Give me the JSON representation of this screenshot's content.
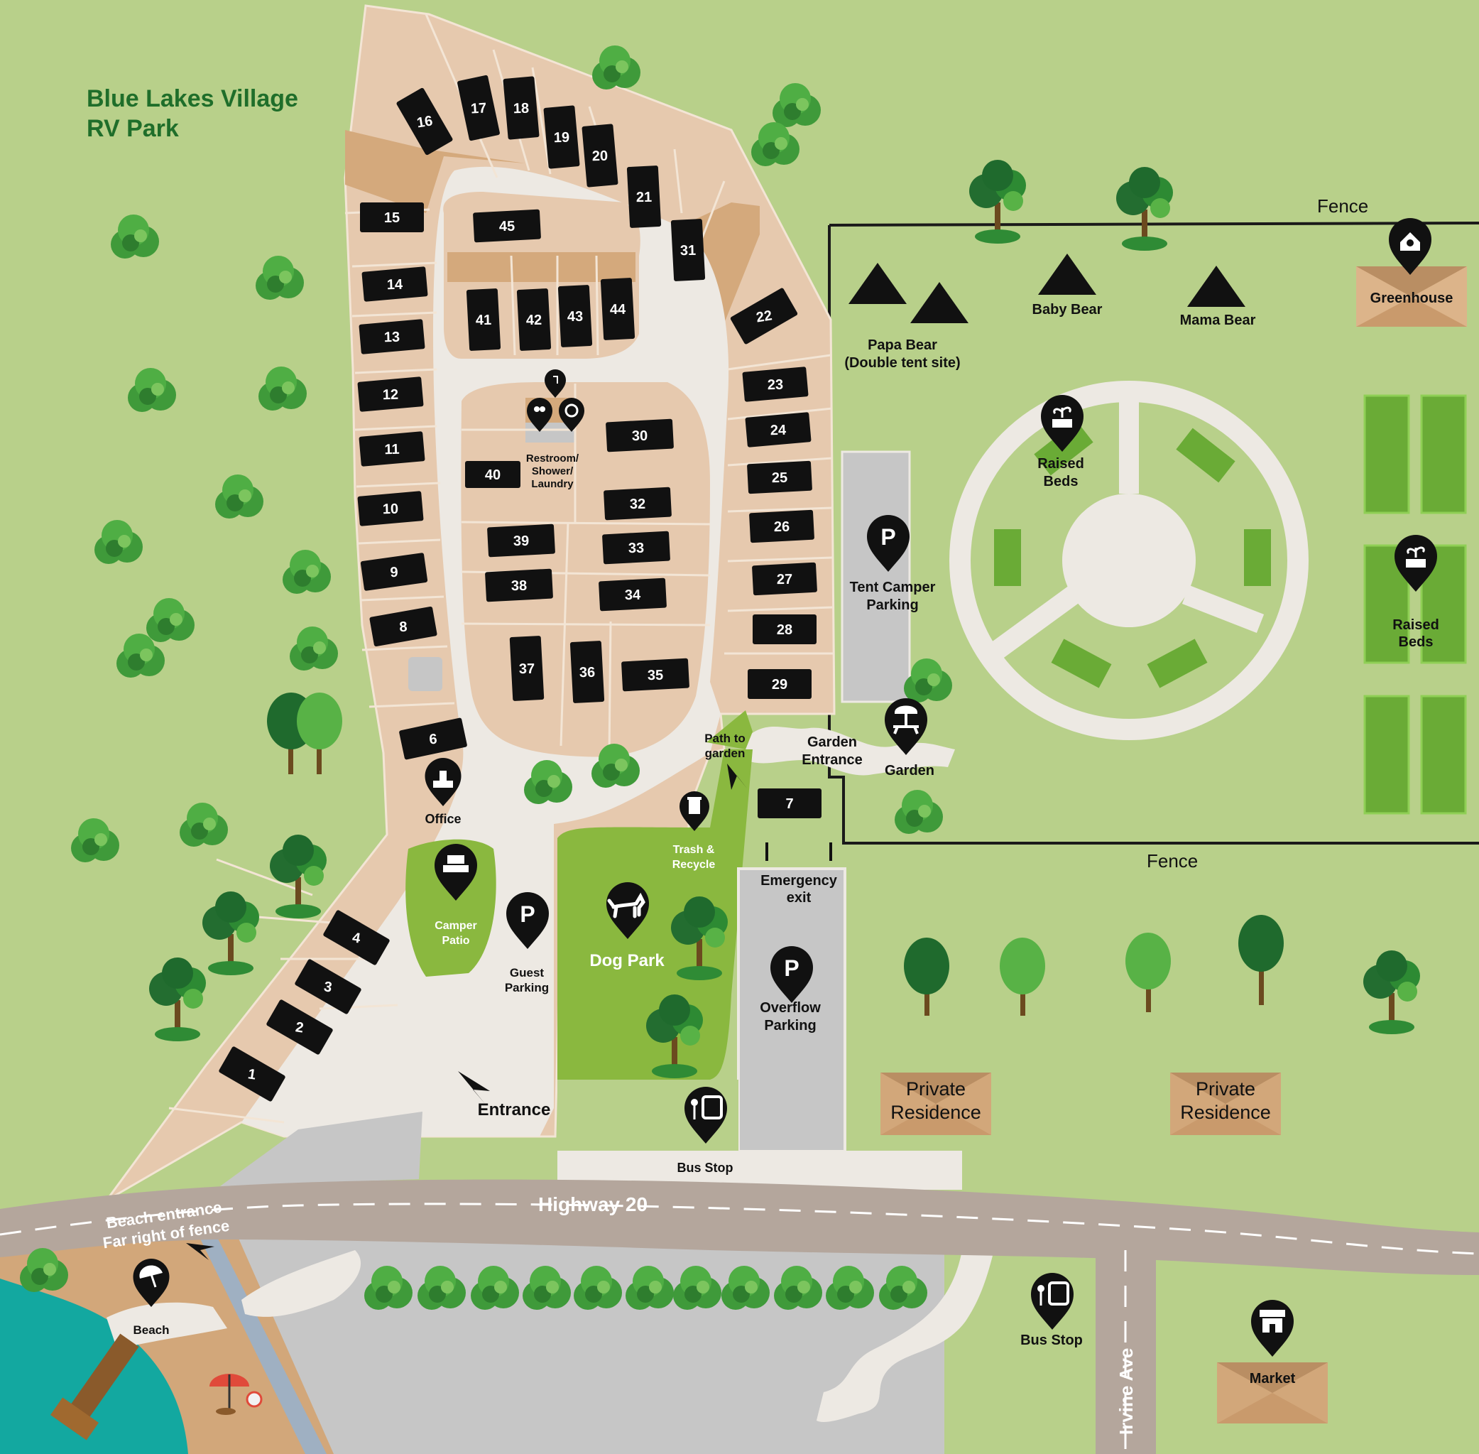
{
  "title": {
    "line1": "Blue Lakes Village",
    "line2": "RV Park"
  },
  "colors": {
    "grass": "#b8d08a",
    "lot": "#e6c9ae",
    "lot_dark": "#d4a97c",
    "road": "#b4a69c",
    "path": "#ede9e3",
    "parking": "#c6c6c6",
    "garden_green": "#8ab83f",
    "bed_green": "#6aab36",
    "water": "#13a8a0",
    "sand": "#d2a77a",
    "site": "#111111"
  },
  "sites": [
    {
      "id": "1"
    },
    {
      "id": "2"
    },
    {
      "id": "3"
    },
    {
      "id": "4"
    },
    {
      "id": "6"
    },
    {
      "id": "7"
    },
    {
      "id": "8"
    },
    {
      "id": "9"
    },
    {
      "id": "10"
    },
    {
      "id": "11"
    },
    {
      "id": "12"
    },
    {
      "id": "13"
    },
    {
      "id": "14"
    },
    {
      "id": "15"
    },
    {
      "id": "16"
    },
    {
      "id": "17"
    },
    {
      "id": "18"
    },
    {
      "id": "19"
    },
    {
      "id": "20"
    },
    {
      "id": "21"
    },
    {
      "id": "22"
    },
    {
      "id": "23"
    },
    {
      "id": "24"
    },
    {
      "id": "25"
    },
    {
      "id": "26"
    },
    {
      "id": "27"
    },
    {
      "id": "28"
    },
    {
      "id": "29"
    },
    {
      "id": "30"
    },
    {
      "id": "31"
    },
    {
      "id": "32"
    },
    {
      "id": "33"
    },
    {
      "id": "34"
    },
    {
      "id": "35"
    },
    {
      "id": "36"
    },
    {
      "id": "37"
    },
    {
      "id": "38"
    },
    {
      "id": "39"
    },
    {
      "id": "40"
    },
    {
      "id": "41"
    },
    {
      "id": "42"
    },
    {
      "id": "43"
    },
    {
      "id": "44"
    },
    {
      "id": "45"
    }
  ],
  "labels": {
    "fence_top": "Fence",
    "fence_bottom": "Fence",
    "papa_bear_1": "Papa Bear",
    "papa_bear_2": "(Double tent site)",
    "baby_bear": "Baby Bear",
    "mama_bear": "Mama Bear",
    "greenhouse": "Greenhouse",
    "raised_beds_1": "Raised",
    "raised_beds_2": "Beds",
    "tent_parking_1": "Tent Camper",
    "tent_parking_2": "Parking",
    "restroom_1": "Restroom/",
    "restroom_2": "Shower/",
    "restroom_3": "Laundry",
    "path_to_garden_1": "Path to",
    "path_to_garden_2": "garden",
    "garden_entrance_1": "Garden",
    "garden_entrance_2": "Entrance",
    "garden": "Garden",
    "office": "Office",
    "trash_1": "Trash &",
    "trash_2": "Recycle",
    "camper_patio_1": "Camper",
    "camper_patio_2": "Patio",
    "guest_parking_1": "Guest",
    "guest_parking_2": "Parking",
    "dog_park": "Dog Park",
    "emergency_1": "Emergency",
    "emergency_2": "exit",
    "overflow_1": "Overflow",
    "overflow_2": "Parking",
    "private_res_1": "Private",
    "private_res_2": "Residence",
    "entrance": "Entrance",
    "bus_stop": "Bus Stop",
    "highway": "Highway 20",
    "beach_entrance_1": "Beach entrance",
    "beach_entrance_2": "Far right of fence",
    "beach": "Beach",
    "irvine": "Irvine Ave",
    "market": "Market",
    "parking_glyph": "P"
  },
  "icons": [
    "tent-icon",
    "greenhouse-icon",
    "seedling-icon",
    "parking-icon",
    "restroom-icon",
    "shower-icon",
    "laundry-icon",
    "office-icon",
    "trash-icon",
    "patio-icon",
    "dog-icon",
    "bus-icon",
    "picnic-icon",
    "umbrella-icon",
    "market-icon",
    "tree-icon",
    "arrow-icon"
  ]
}
